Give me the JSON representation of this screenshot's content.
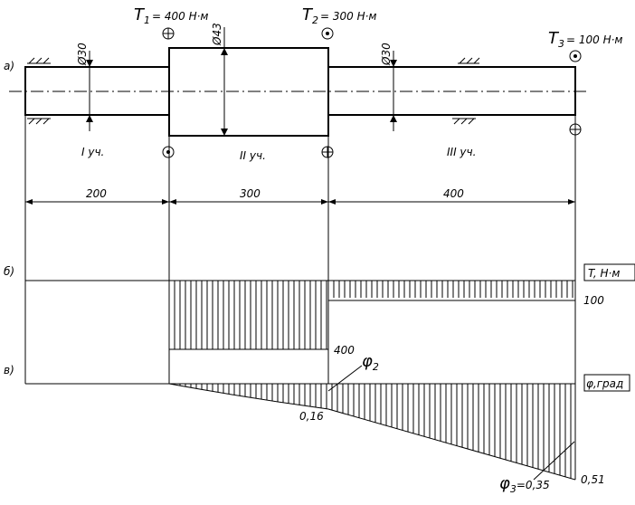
{
  "torques": [
    {
      "symbol": "T",
      "sub": "1",
      "value_text": "= 400 Н·м"
    },
    {
      "symbol": "T",
      "sub": "2",
      "value_text": "= 300 Н·м"
    },
    {
      "symbol": "T",
      "sub": "3",
      "value_text": "= 100 Н·м"
    }
  ],
  "diameters": [
    "Ø30",
    "Ø43",
    "Ø30"
  ],
  "sections": [
    "I уч.",
    "II уч.",
    "III уч."
  ],
  "lengths": [
    "200",
    "300",
    "400"
  ],
  "length_values": [
    200,
    300,
    400
  ],
  "row_labels": {
    "a": "а)",
    "b": "б)",
    "c": "в)"
  },
  "torque_diagram": {
    "axis_label": "T, Н·м",
    "segment_values": [
      0,
      400,
      100
    ],
    "labels": [
      "400",
      "100"
    ]
  },
  "angle_diagram": {
    "axis_label": "φ,град",
    "points": [
      0,
      0.16,
      0.51
    ],
    "labels": [
      "0,16",
      "0,51"
    ],
    "phi2_symbol": "φ",
    "phi2_sub": "2",
    "phi3_symbol": "φ",
    "phi3_sub": "3",
    "phi3_value": "=0,35"
  }
}
